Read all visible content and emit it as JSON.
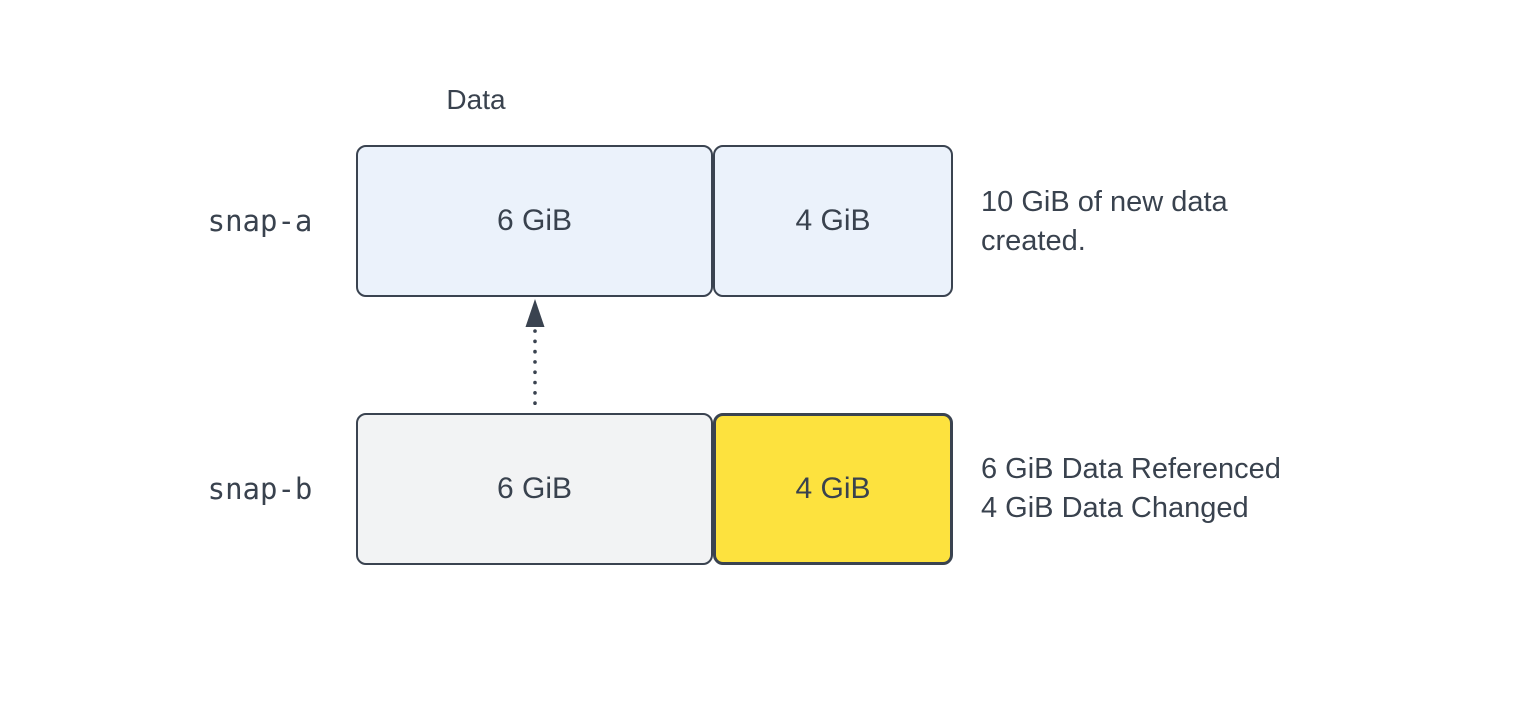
{
  "diagram": {
    "title_semantic": "snapshot-incremental-storage-diagram",
    "background_color": "#ffffff",
    "stroke_color": "#3A4350",
    "text_color": "#39424E",
    "column_header": "Data",
    "rows": [
      {
        "label": "snap-a",
        "blocks": [
          {
            "value": "6 GiB",
            "fill": "#EBF2FB",
            "state": "original-data"
          },
          {
            "value": "4 GiB",
            "fill": "#EBF2FB",
            "state": "original-data"
          }
        ],
        "annotation": {
          "line1": "10 GiB of new data",
          "line2": "created."
        }
      },
      {
        "label": "snap-b",
        "blocks": [
          {
            "value": "6 GiB",
            "fill": "#F2F3F4",
            "state": "referenced-data"
          },
          {
            "value": "4 GiB",
            "fill": "#FDE23E",
            "state": "changed-data",
            "emphasized": true
          }
        ],
        "annotation": {
          "line1": "6 GiB Data Referenced",
          "line2": "4 GiB Data Changed"
        }
      }
    ],
    "arrow": {
      "style": "dotted",
      "direction": "up",
      "meaning": "snap-b references unchanged data stored in snap-a"
    }
  }
}
